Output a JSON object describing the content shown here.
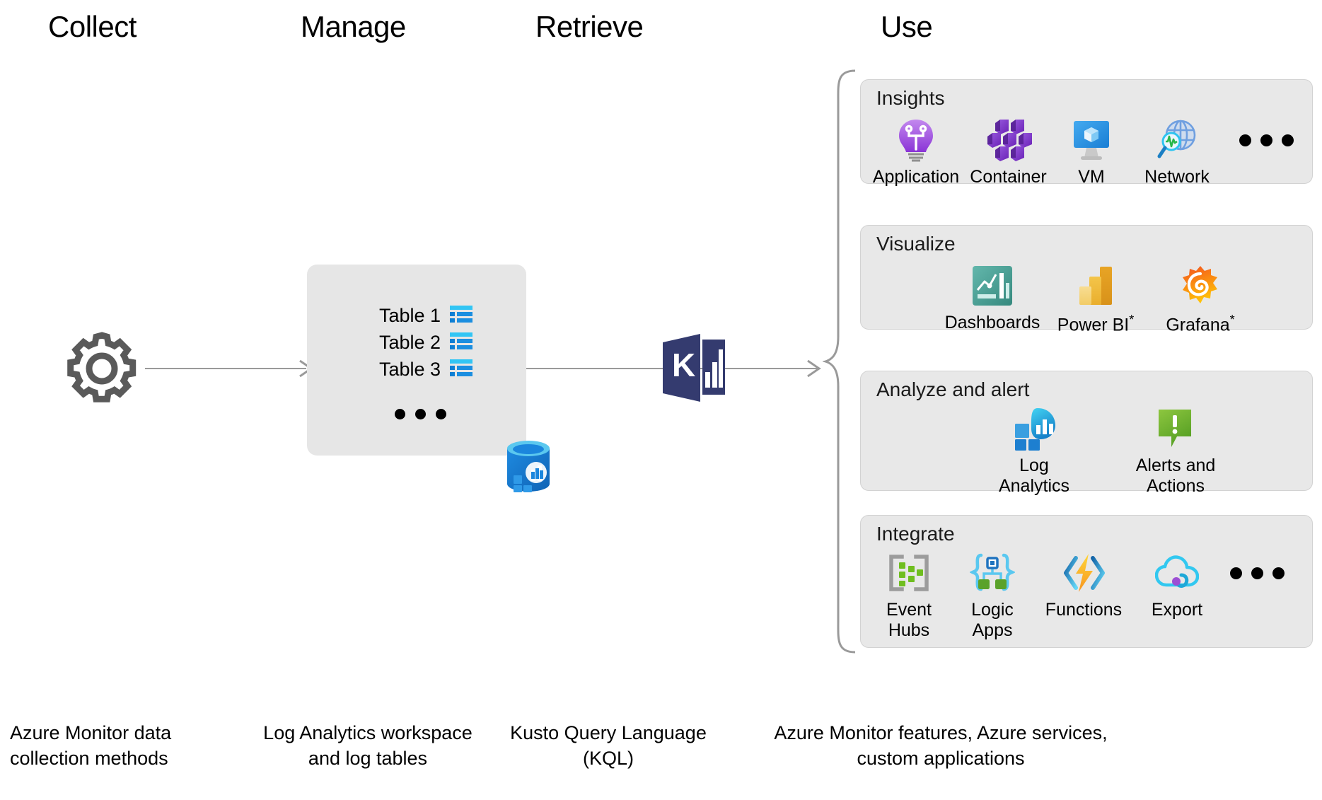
{
  "stages": [
    {
      "id": "collect",
      "title": "Collect",
      "caption": "Azure Monitor data\ncollection methods"
    },
    {
      "id": "manage",
      "title": "Manage",
      "caption": "Log Analytics workspace\nand log tables"
    },
    {
      "id": "retrieve",
      "title": "Retrieve",
      "caption": "Kusto Query Language (KQL)"
    },
    {
      "id": "use",
      "title": "Use",
      "caption": "Azure Monitor features, Azure services,\ncustom applications"
    }
  ],
  "collect": {
    "icon": "gear-icon"
  },
  "manage": {
    "tables": [
      {
        "label": "Table 1",
        "icon": "table-icon"
      },
      {
        "label": "Table 2",
        "icon": "table-icon"
      },
      {
        "label": "Table 3",
        "icon": "table-icon"
      }
    ],
    "more": "•••",
    "database_icon": "log-analytics-database-icon"
  },
  "retrieve": {
    "icon": "kusto-kql-icon",
    "icon_letter": "K"
  },
  "use": {
    "panels": [
      {
        "id": "insights",
        "title": "Insights",
        "items": [
          {
            "label": "Application",
            "icon": "lightbulb-application-insights-icon"
          },
          {
            "label": "Container",
            "icon": "container-insights-icon"
          },
          {
            "label": "VM",
            "icon": "vm-insights-icon"
          },
          {
            "label": "Network",
            "icon": "network-insights-icon"
          }
        ],
        "has_ellipsis": true
      },
      {
        "id": "visualize",
        "title": "Visualize",
        "items": [
          {
            "label": "Dashboards",
            "icon": "dashboards-icon"
          },
          {
            "label": "Power BI",
            "icon": "power-bi-icon",
            "footnote": "*"
          },
          {
            "label": "Grafana",
            "icon": "grafana-icon",
            "footnote": "*"
          }
        ],
        "has_ellipsis": false
      },
      {
        "id": "analyze-and-alert",
        "title": "Analyze and alert",
        "items": [
          {
            "label": "Log\nAnalytics",
            "icon": "log-analytics-icon"
          },
          {
            "label": "Alerts and\nActions",
            "icon": "alerts-actions-icon"
          }
        ],
        "has_ellipsis": false
      },
      {
        "id": "integrate",
        "title": "Integrate",
        "items": [
          {
            "label": "Event\nHubs",
            "icon": "event-hubs-icon"
          },
          {
            "label": "Logic\nApps",
            "icon": "logic-apps-icon"
          },
          {
            "label": "Functions",
            "icon": "azure-functions-icon"
          },
          {
            "label": "Export",
            "icon": "data-export-cloud-icon"
          }
        ],
        "has_ellipsis": true
      }
    ]
  },
  "colors": {
    "panel_bg": "#e8e8e8",
    "manage_box_bg": "#e6e6e6",
    "connector": "#9a9a9a",
    "gear_stroke": "#5a5a5a",
    "kusto_navy": "#343b6f",
    "azure_blue": "#0078d4",
    "table_cyan": "#32c5f4",
    "application_purple": "#a05bd8",
    "container_purple": "#7a38c7",
    "dashboards_teal": "#53a39a",
    "power_bi_yellow": "#e8b923",
    "grafana_orange": "#f46800",
    "alerts_green": "#6aa332",
    "functions_yellow": "#ffb900",
    "export_cyan": "#32c8f0"
  }
}
